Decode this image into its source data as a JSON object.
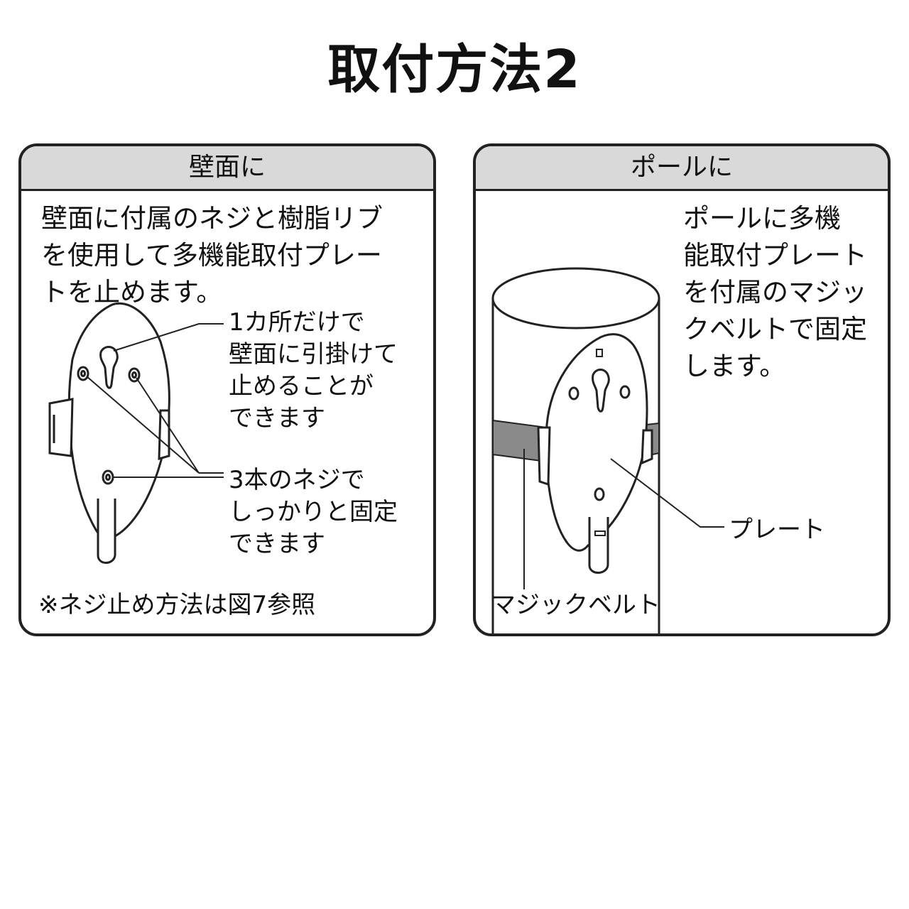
{
  "title": "取付方法2",
  "wall_panel": {
    "header": "壁面に",
    "description": "壁面に付属のネジと樹脂リブ\nを使用して多機能取付プレー\nトを止めます。",
    "callout_hook": "1カ所だけで\n壁面に引掛けて\n止めることが\nできます",
    "callout_screws": "3本のネジで\nしっかりと固定\nできます",
    "note": "※ネジ止め方法は図7参照"
  },
  "pole_panel": {
    "header": "ポールに",
    "description": "ポールに多機\n能取付プレート\nを付属のマジッ\nクベルトで固定\nします。",
    "label_plate": "プレート",
    "label_belt": "マジックベルト"
  },
  "colors": {
    "header_bg": "#d9d9d9",
    "belt": "#8a8a8a",
    "line": "#222222"
  }
}
